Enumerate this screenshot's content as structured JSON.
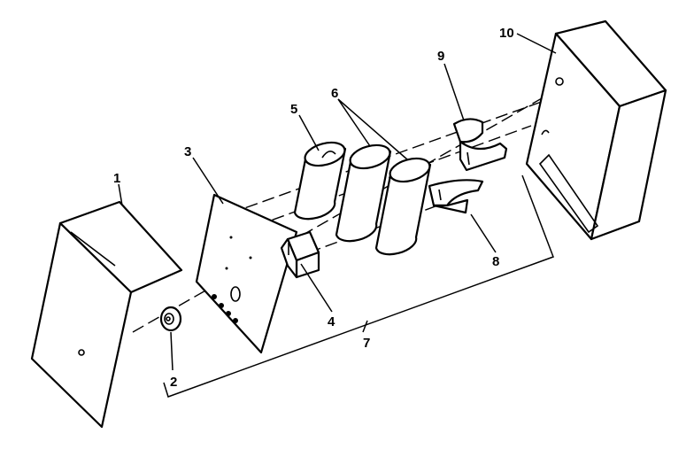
{
  "labels": {
    "l1": "1",
    "l2": "2",
    "l3": "3",
    "l4": "4",
    "l5": "5",
    "l6": "6",
    "l7": "7",
    "l8": "8",
    "l9": "9",
    "l10": "10"
  },
  "colors": {
    "line": "#000000",
    "background": "#ffffff"
  }
}
